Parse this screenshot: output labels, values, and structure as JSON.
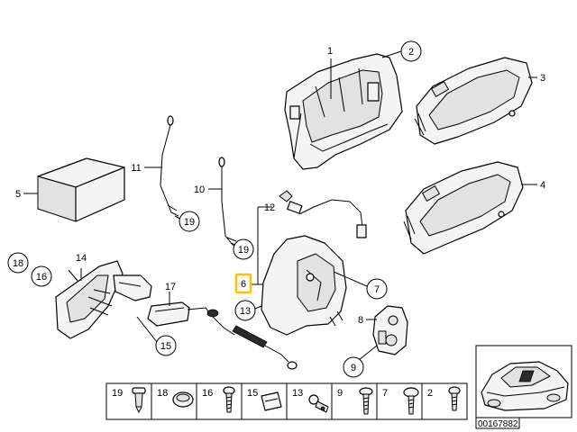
{
  "callouts": [
    "1",
    "2",
    "3",
    "4",
    "5",
    "6",
    "7",
    "8",
    "9",
    "10",
    "11",
    "12",
    "13",
    "14",
    "15",
    "16",
    "17",
    "18",
    "19"
  ],
  "highlighted_callout": "6",
  "highlight_color": "#ffc000",
  "parts_strip": [
    {
      "label": "19",
      "icon": "push-rivet-icon"
    },
    {
      "label": "18",
      "icon": "round-cap-icon"
    },
    {
      "label": "16",
      "icon": "screw-icon"
    },
    {
      "label": "15",
      "icon": "spring-nut-icon"
    },
    {
      "label": "13",
      "icon": "ball-pin-icon"
    },
    {
      "label": "9",
      "icon": "screw-icon"
    },
    {
      "label": "7",
      "icon": "torx-bolt-icon"
    },
    {
      "label": "2",
      "icon": "screw-icon"
    }
  ],
  "diagram_code": "00167882"
}
